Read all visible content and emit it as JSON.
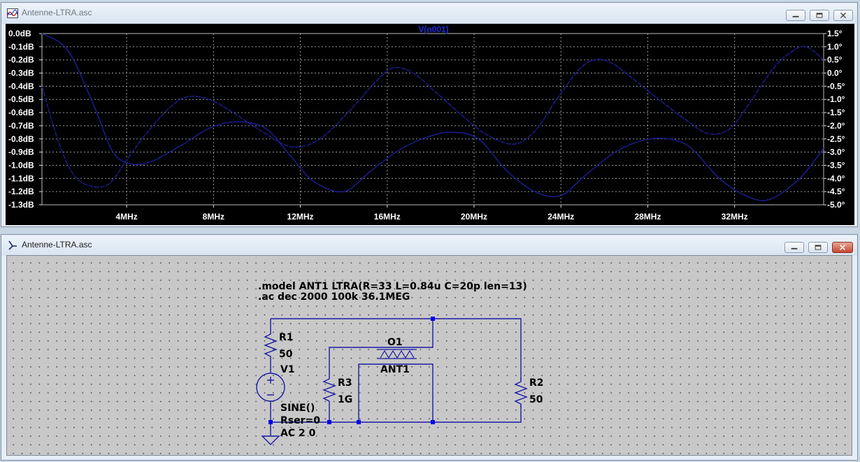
{
  "plot_window": {
    "title": "Antenne-LTRA.asc",
    "trace_label": "V(n001)",
    "colors": {
      "background": "#000000",
      "grid": "#9a9a9a",
      "trace": "#1c1c8c",
      "axis_text": "#ffffff",
      "trace_label": "#1f2fd6"
    }
  },
  "chart_data": {
    "type": "line",
    "title": "V(n001)",
    "x": {
      "unit": "MHz",
      "range": [
        0.1,
        36.1
      ],
      "ticks": [
        4,
        8,
        12,
        16,
        20,
        24,
        28,
        32
      ],
      "tick_labels": [
        "4MHz",
        "8MHz",
        "12MHz",
        "16MHz",
        "20MHz",
        "24MHz",
        "28MHz",
        "32MHz"
      ]
    },
    "y_left": {
      "unit": "dB",
      "range": [
        -1.3,
        0.0
      ],
      "ticks": [
        0.0,
        -0.1,
        -0.2,
        -0.3,
        -0.4,
        -0.5,
        -0.6,
        -0.7,
        -0.8,
        -0.9,
        -1.0,
        -1.1,
        -1.2,
        -1.3
      ],
      "tick_labels": [
        "0.0dB",
        "-0.1dB",
        "-0.2dB",
        "-0.3dB",
        "-0.4dB",
        "-0.5dB",
        "-0.6dB",
        "-0.7dB",
        "-0.8dB",
        "-0.9dB",
        "-1.0dB",
        "-1.1dB",
        "-1.2dB",
        "-1.3dB"
      ]
    },
    "y_right": {
      "unit": "deg",
      "range": [
        -5.0,
        1.5
      ],
      "ticks": [
        1.5,
        1.0,
        0.5,
        0.0,
        -0.5,
        -1.0,
        -1.5,
        -2.0,
        -2.5,
        -3.0,
        -3.5,
        -4.0,
        -4.5,
        -5.0
      ],
      "tick_labels": [
        "1.5°",
        "1.0°",
        "0.5°",
        "0.0°",
        "-0.5°",
        "-1.0°",
        "-1.5°",
        "-2.0°",
        "-2.5°",
        "-3.0°",
        "-3.5°",
        "-4.0°",
        "-4.5°",
        "-5.0°"
      ]
    },
    "grid": true,
    "series": [
      {
        "name": "V(n001) magnitude",
        "axis": "y_left",
        "x": [
          0.1,
          1.3,
          2.5,
          3.3,
          4.0,
          5.0,
          6.5,
          7.8,
          9.1,
          10.4,
          11.5,
          12.6,
          14.0,
          15.2,
          16.4,
          17.6,
          18.9,
          20.2,
          21.5,
          22.8,
          24.0,
          25.1,
          26.5,
          27.8,
          29.0,
          30.0,
          31.3,
          32.5,
          33.6,
          35.0,
          36.1
        ],
        "y": [
          0.0,
          -0.13,
          -0.55,
          -0.88,
          -0.98,
          -0.98,
          -0.85,
          -0.72,
          -0.67,
          -0.72,
          -0.92,
          -1.12,
          -1.2,
          -1.05,
          -0.9,
          -0.8,
          -0.75,
          -0.8,
          -1.04,
          -1.2,
          -1.23,
          -1.08,
          -0.9,
          -0.81,
          -0.8,
          -0.87,
          -1.1,
          -1.23,
          -1.26,
          -1.1,
          -0.87
        ]
      },
      {
        "name": "V(n001) phase",
        "axis": "y_right",
        "x": [
          0.1,
          0.9,
          1.6,
          2.4,
          3.2,
          4.0,
          5.0,
          6.0,
          6.8,
          7.8,
          8.9,
          10.2,
          11.6,
          12.9,
          14.3,
          15.5,
          16.3,
          17.2,
          18.2,
          19.3,
          20.5,
          21.8,
          22.8,
          23.8,
          24.8,
          25.5,
          26.3,
          27.3,
          28.5,
          29.8,
          30.8,
          31.8,
          32.8,
          33.8,
          34.6,
          35.3,
          36.1
        ],
        "y": [
          -0.5,
          -2.7,
          -3.9,
          -4.3,
          -4.2,
          -3.3,
          -2.2,
          -1.3,
          -0.9,
          -1.0,
          -1.5,
          -2.2,
          -2.8,
          -2.5,
          -1.4,
          -0.3,
          0.2,
          0.0,
          -0.7,
          -1.5,
          -2.3,
          -2.7,
          -2.2,
          -1.0,
          0.1,
          0.5,
          0.4,
          -0.2,
          -1.0,
          -1.8,
          -2.3,
          -2.1,
          -1.0,
          0.2,
          0.8,
          1.0,
          0.5
        ]
      }
    ]
  },
  "schematic_window": {
    "title": "Antenne-LTRA.asc",
    "directive_model": ".model ANT1 LTRA(R=33 L=0.84u C=20p len=13)",
    "directive_ac": ".ac dec 2000 100k 36.1MEG",
    "components": {
      "r1": {
        "name": "R1",
        "value": "50"
      },
      "v1": {
        "name": "V1",
        "value": "SINE()",
        "param1": "Rser=0",
        "param2": "AC 2 0"
      },
      "o1": {
        "name": "O1",
        "value": "ANT1"
      },
      "r3": {
        "name": "R3",
        "value": "1G"
      },
      "r2": {
        "name": "R2",
        "value": "50"
      }
    },
    "colors": {
      "wire": "#1a1aa6",
      "component": "#1a1aa6",
      "junction": "#0000ee",
      "canvas": "#c8c8c8"
    }
  }
}
